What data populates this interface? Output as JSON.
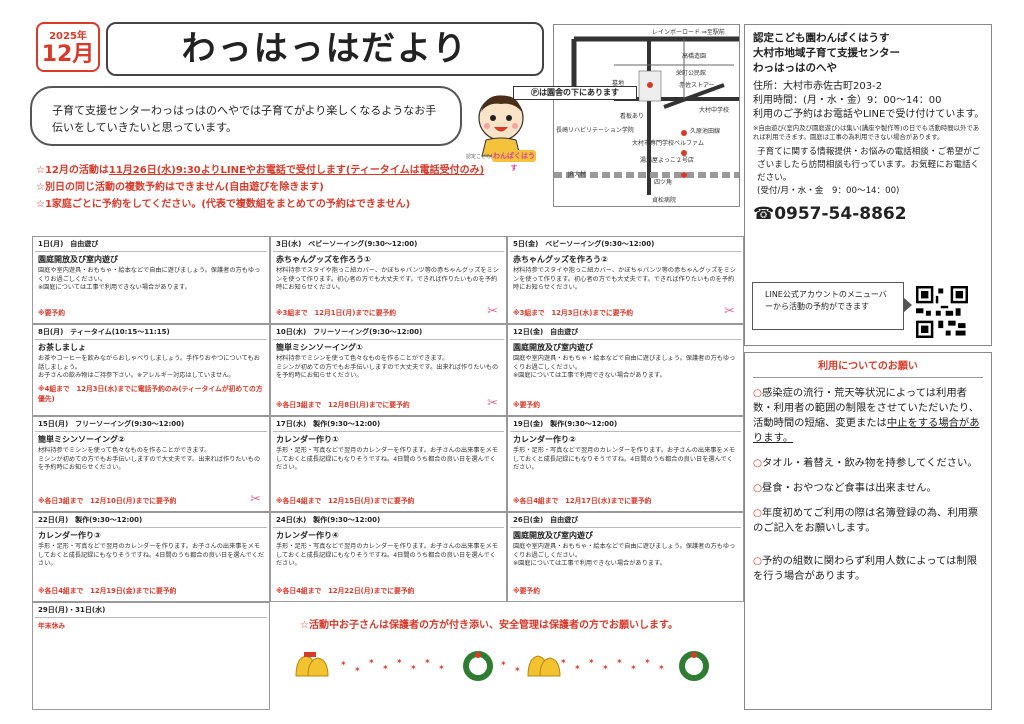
{
  "header": {
    "year": "2025年",
    "month": "12月",
    "title": "わっはっはだより",
    "intro": "子育て支援センターわっはっはのへやでは子育てがより楽しくなるようなお手伝いをしていきたいと思っています。"
  },
  "mascot": {
    "caption": "認定こども園",
    "logo": "わんぱくはうす"
  },
  "map": {
    "callout": "Ⓟは園舎の下にあります",
    "labels": {
      "rainbow_road": "レインボーロード ⇒至駅前",
      "takahashi": "高橋造園",
      "eiyo": "栄町公民館",
      "akasa_shop": "赤佐ストアー",
      "bochi": "墓地",
      "omura_middle": "大村中学校",
      "kanban": "看板あり",
      "nagasaki_school": "長崎リハビリテーション学院",
      "kubohara": "久原池田線",
      "omura_high": "大村市専門学校ベルファム",
      "kabo": "湯湯屋よっこ２号店",
      "jr": "JR大村",
      "shiminami": "四ツ角",
      "hospital": "貞松病院"
    }
  },
  "notices": {
    "line1_a": "☆12月の活動は",
    "line1_b": "11月26日(水)9:30よりLINEやお電話で受付します(ティータイムは電話受付のみ)",
    "line2": "☆別日の同じ活動の複数予約はできません(自由遊びを除きます)",
    "line3": "☆1家庭ごとに予約をしてください。(代表で複数組をまとめての予約はできません)"
  },
  "calendar": [
    {
      "head": "1日(月)　自由遊び",
      "name": "園庭開放及び室内遊び",
      "desc": "園庭や室内遊具・おもちゃ・絵本などで自由に遊びましょう。保護者の方もゆっくりお過ごしください。\n※園庭については工事で利用できない場合があります。",
      "res": "※要予約"
    },
    {
      "head": "3日(水)　ベビーソーイング(9:30～12:00)",
      "name": "赤ちゃんグッズを作ろう①",
      "desc": "材料持参でスタイや抱っこ紐カバー、かぼちゃパンツ等の赤ちゃんグッズをミシンを使って作ります。初心者の方でも大丈夫です。できれば作りたいものを予約時にお知らせください。",
      "res": "※3組まで　12月1日(月)までに要予約"
    },
    {
      "head": "5日(金)　ベビーソーイング(9:30～12:00)",
      "name": "赤ちゃんグッズを作ろう②",
      "desc": "材料持参でスタイや抱っこ紐カバー、かぼちゃパンツ等の赤ちゃんグッズをミシンを使って作ります。初心者の方でも大丈夫です。できれば作りたいものを予約時にお知らせください。",
      "res": "※3組まで　12月3日(水)までに要予約"
    },
    {
      "head": "8日(月)　ティータイム(10:15～11:15)",
      "name": "お茶しましょ",
      "desc": "お茶やコーヒーを飲みながらおしゃべりしましょう。手作りおやつについてもお話しましょう。\nお子さんの飲み物はご持参下さい。※アレルギー対応はしていません。",
      "res": "※4組まで　12月3日(水)までに電話予約のみ(ティータイムが初めての方優先)"
    },
    {
      "head": "10日(水)　フリーソーイング(9:30～12:00)",
      "name": "簡単ミシンソーイング①",
      "desc": "材料持参でミシンを使って色々なものを作ることができます。\nミシンが初めての方でもお手伝いしますので大丈夫です。出来れば作りたいものを予約時にお知らせください。",
      "res": "※各日3組まで　12月8日(月)までに要予約"
    },
    {
      "head": "12日(金)　自由遊び",
      "name": "園庭開放及び室内遊び",
      "desc": "園庭や室内遊具・おもちゃ・絵本などで自由に遊びましょう。保護者の方もゆっくりお過ごしください。\n※園庭については工事で利用できない場合があります。",
      "res": "※要予約"
    },
    {
      "head": "15日(月)　フリーソーイング(9:30～12:00)",
      "name": "簡単ミシンソーイング②",
      "desc": "材料持参でミシンを使って色々なものを作ることができます。\nミシンが初めての方でもお手伝いしますので大丈夫です。出来れば作りたいものを予約時にお知らせください。",
      "res": "※各日3組まで　12月10日(月)までに要予約"
    },
    {
      "head": "17日(水)　製作(9:30～12:00)",
      "name": "カレンダー作り①",
      "desc": "手形・足形・写真などで翌月のカレンダーを作ります。お子さんの出来事をメモしておくと成長記録にもなりそうですね。4日間のうち都合の良い日を選んでください。",
      "res": "※各日4組まで　12月15日(月)までに要予約"
    },
    {
      "head": "19日(金)　製作(9:30～12:00)",
      "name": "カレンダー作り②",
      "desc": "手形・足形・写真などで翌月のカレンダーを作ります。お子さんの出来事をメモしておくと成長記録にもなりそうですね。4日間のうち都合の良い日を選んでください。",
      "res": "※各日4組まで　12月17日(水)までに要予約"
    },
    {
      "head": "22日(月)　製作(9:30～12:00)",
      "name": "カレンダー作り③",
      "desc": "手形・足形・写真などで翌月のカレンダーを作ります。お子さんの出来事をメモしておくと成長記録にもなりそうですね。4日間のうち都合の良い日を選んでください。",
      "res": "※各日4組まで　12月19日(金)までに要予約"
    },
    {
      "head": "24日(水)　製作(9:30～12:00)",
      "name": "カレンダー作り④",
      "desc": "手形・足形・写真などで翌月のカレンダーを作ります。お子さんの出来事をメモしておくと成長記録にもなりそうですね。4日間のうち都合の良い日を選んでください。",
      "res": "※各日4組まで　12月22日(月)までに要予約"
    },
    {
      "head": "26日(金)　自由遊び",
      "name": "園庭開放及び室内遊び",
      "desc": "園庭や室内遊具・おもちゃ・絵本などで自由に遊びましょう。保護者の方もゆっくりお過ごしください。\n※園庭については工事で利用できない場合があります。",
      "res": "※要予約"
    },
    {
      "head": "29日(月)・31日(水)",
      "name": "",
      "desc": "",
      "res": "年末休み"
    }
  ],
  "closing": "☆活動中お子さんは保護者の方が付き添い、安全管理は保護者の方でお願いします。",
  "info": {
    "org1": "認定こども園わんぱくはうす",
    "org2": "大村市地域子育て支援センター",
    "org3": "わっはっはのへや",
    "address": "住所：大村市赤佐古町203-2",
    "hours": "利用時間：(月・水・金）9：00～14：00",
    "reserve": "利用のご予約はお電話やLINEで受け付けています。",
    "note": "※自由遊び(室内及び園庭遊び)は集い(講座や製作等)の日でも活動時間以外であれば利用できます。園庭は工事の為利用できない場合があります。",
    "consult": "子育てに関する情報提供・お悩みの電話相談・ご希望がございましたら訪問相談も行っています。お気軽にお電話ください。\n(受付/月・水・金　9：00～14：00)",
    "tel": "0957-54-8862",
    "line_text": "LINE公式アカウントのメニューバーから活動の予約ができます"
  },
  "requests": {
    "title": "利用についてのお願い",
    "item1_a": "感染症の流行・荒天等状況によっては利用者数・利用者の範囲の制限をさせていただいたり、活動時間の短縮、変更または",
    "item1_b": "中止をする場合があります。",
    "item2": "タオル・着替え・飲み物を持参してください。",
    "item3": "昼食・おやつなど食事は出来ません。",
    "item4": "年度初めてご利用の際は名簿登録の為、利用票のご記入をお願いします。",
    "item5": "予約の組数に関わらず利用人数によっては制限を行う場合があります。",
    "bullet": "○"
  },
  "colors": {
    "accent_red": "#d83a2a",
    "sewing_pink": "#e06a93"
  }
}
